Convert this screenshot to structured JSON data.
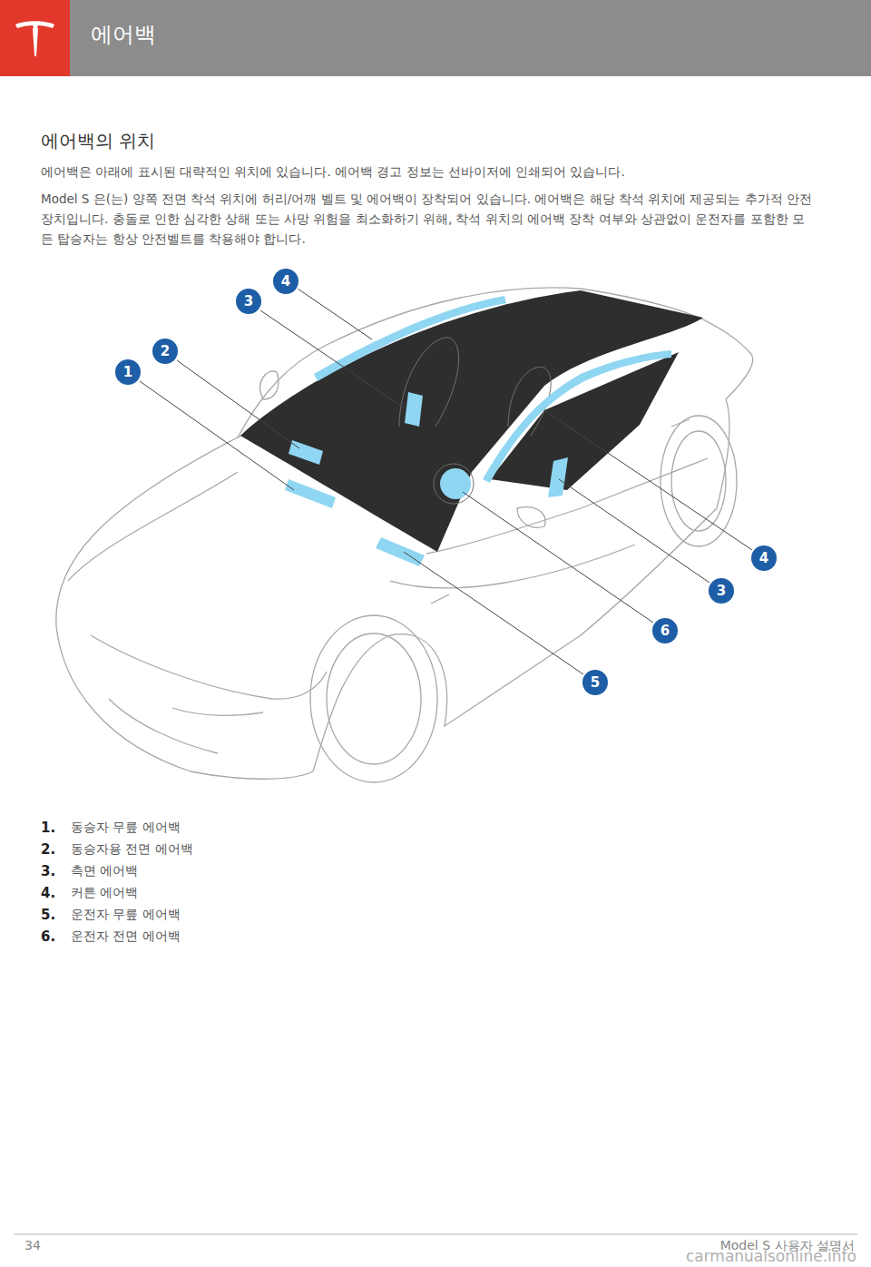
{
  "diagram": {
    "title": "에어백",
    "labels": [
      "에어백의 위치",
      "에어백은 아래에 표시된 대략적인 위치에 있습니다. 에어백 경고 정보는 선바이저에 인쇄되어 있습니다.",
      "Model S 은(는) 양쪽 전면 착석 위치에 허리/어깨 벨트 및 에어백이 장착되어 있습니다. 에어백은 해당 착석 위치에 제공되는 추가적 안전 장치입니다. 충돌로 인한 심각한 상해 또는 사망 위험을 최소화하기 위해, 착석 위치의 에어백 장착 여부와 상관없이 운전자를 포함한 모든 탑승자는 항상 안전벨트를 착용해야 합니다.",
      "4",
      "3",
      "2",
      "1",
      "4",
      "3",
      "6",
      "5",
      "1.",
      "동승자 무릎 에어백",
      "2.",
      "동승자용 전면 에어백",
      "3.",
      "측면 에어백",
      "4.",
      "커튼 에어백",
      "5.",
      "운전자 무릎 에어백",
      "6.",
      "운전자 전면 에어백",
      "34",
      "Model S 사용자 설명서",
      "carmanualsonline.info"
    ]
  }
}
